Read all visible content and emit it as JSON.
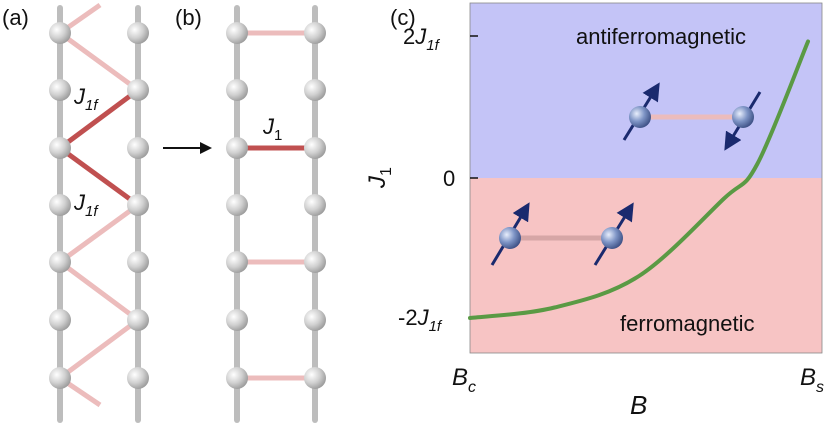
{
  "panels": {
    "a": {
      "label": "(a)",
      "coupling_upper": "J",
      "coupling_upper_sub": "1f",
      "coupling_lower": "J",
      "coupling_lower_sub": "1f"
    },
    "b": {
      "label": "(b)",
      "coupling": "J",
      "coupling_sub": "1"
    },
    "c": {
      "label": "(c)",
      "region_upper": "antiferromagnetic",
      "region_lower": "ferromagnetic",
      "y_axis": {
        "symbol": "J",
        "sub": "1"
      },
      "x_axis": {
        "symbol": "B"
      },
      "y_ticks": {
        "top": {
          "prefix": "2",
          "symbol": "J",
          "sub": "1f"
        },
        "zero": "0",
        "bottom": {
          "prefix": "-2",
          "symbol": "J",
          "sub": "1f"
        }
      },
      "x_ticks": {
        "left": {
          "symbol": "B",
          "sub": "c"
        },
        "right": {
          "symbol": "B",
          "sub": "s"
        }
      }
    }
  },
  "colors": {
    "afm_region": "#c4c4f7",
    "fm_region": "#f7c4c4",
    "curve": "#5a9a44",
    "strong_bond": "#c05050",
    "weak_bond": "#ecbcbc",
    "rail": "#bdbdbd",
    "spin": "#1a2a6e"
  },
  "chart_data": {
    "type": "line",
    "x_range_labels": [
      "B_c",
      "B_s"
    ],
    "ylim_labels": [
      "-2J_1f",
      "2J_1f"
    ],
    "series": [
      {
        "x": [
          0,
          0.25,
          0.5,
          0.75,
          0.85,
          1.0
        ],
        "y": [
          -2.0,
          -1.85,
          -1.4,
          -0.3,
          0.2,
          1.95
        ]
      }
    ]
  }
}
